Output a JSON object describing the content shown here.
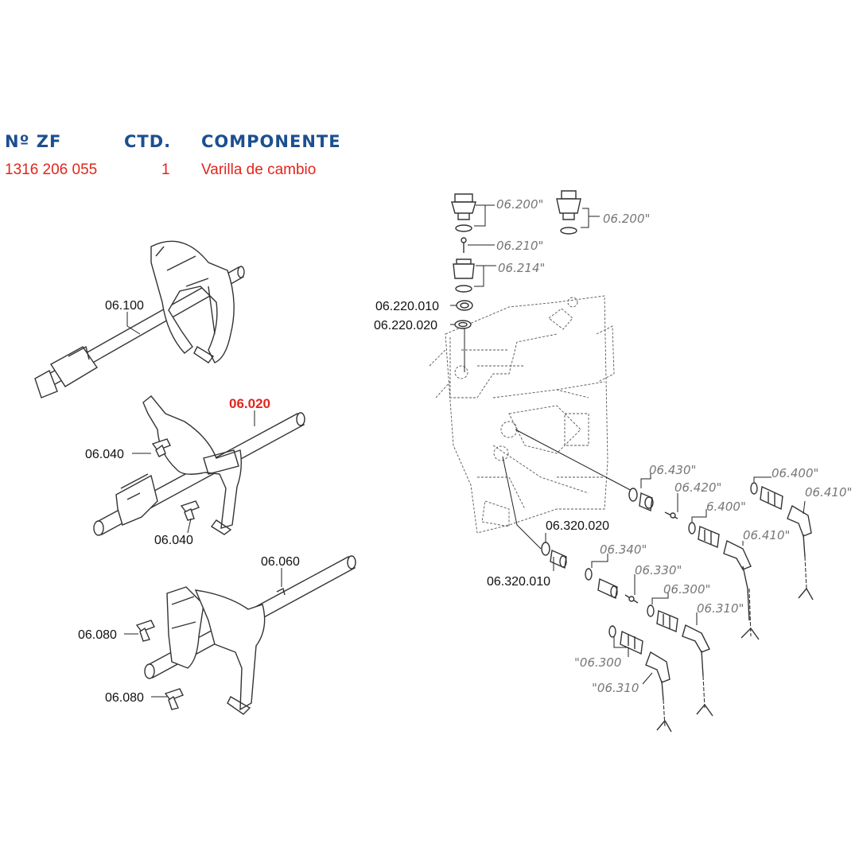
{
  "table": {
    "headers": {
      "part_no": "Nº ZF",
      "qty": "CTD.",
      "component": "COMPONENTE"
    },
    "row": {
      "part_no": "1316 206 055",
      "qty": "1",
      "component": "Varilla de cambio"
    }
  },
  "callouts": {
    "rod_top": "06.100",
    "rod_mid_highlight": "06.020",
    "pin_a1": "06.040",
    "pin_a2": "06.040",
    "rod_bottom": "06.060",
    "pin_b1": "06.080",
    "pin_b2": "06.080",
    "sensor_a": "06.200\"",
    "sensor_b": "06.200\"",
    "ball": "06.210\"",
    "plug_a": "06.214\"",
    "plug_b1": "06.220.010",
    "plug_b2": "06.220.020",
    "seal_430": "06.430\"",
    "pin_420": "06.420\"",
    "sw_400a": "6.400\"",
    "sw_400b": "06.400\"",
    "conn_410a": "06.410\"",
    "conn_410b": "06.410\"",
    "ring_320020": "06.320.020",
    "plug_320010": "06.320.010",
    "plug_340": "06.340\"",
    "pin_330": "06.330\"",
    "sw_300a": "06.300\"",
    "conn_310a": "06.310\"",
    "sw_300b": "\"06.300",
    "conn_310b": "\"06.310"
  },
  "colors": {
    "header": "#1c4f8f",
    "highlight": "#e0261c"
  }
}
